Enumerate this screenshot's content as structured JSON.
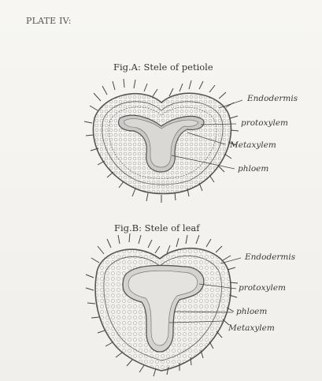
{
  "plate_title": "PLATE IV:",
  "figures": [
    {
      "caption": "Fig.A: Stele of petiole",
      "labels": [
        "Endodermis",
        "protoxylem",
        "Metaxylem",
        "phloem"
      ]
    },
    {
      "caption": "Fig.B: Stele of leaf",
      "labels": [
        "Endodermis",
        "protoxylem",
        "phloem",
        "Metaxylem"
      ]
    }
  ],
  "colors": {
    "paper": "#f3f1ee",
    "ink": "#3a3a3a",
    "pencil": "#6b6b6b"
  }
}
